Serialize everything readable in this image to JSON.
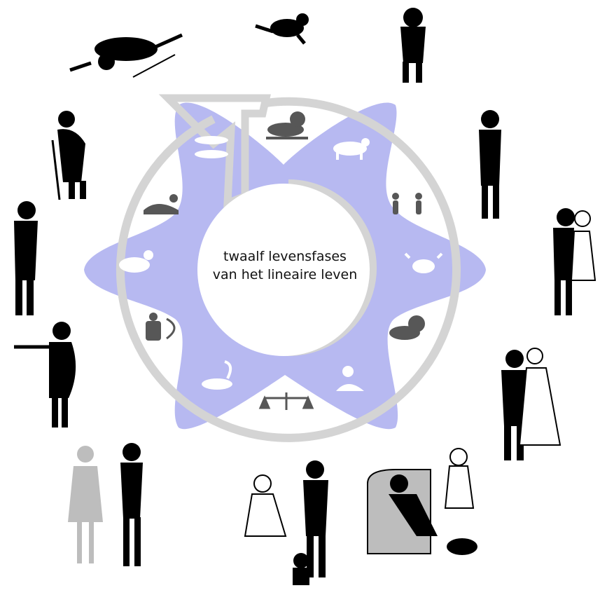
{
  "title": {
    "line1": "twaalf levensfases",
    "line2": "van het lineaire leven"
  },
  "colors": {
    "star": "#b7b9f1",
    "arrow": "#d4d4d4",
    "glyph": "#ffffff",
    "glyph_dark": "#575757",
    "figure": "#000000",
    "figure_gray": "#bdbdbd"
  },
  "zodiac": [
    "ram",
    "stier",
    "tweelingen",
    "kreeft",
    "leeuw",
    "maagd",
    "weegschaal",
    "schorpioen",
    "boogschutter",
    "steenbok",
    "waterman",
    "vissen"
  ],
  "life_stages": [
    "crawling-baby",
    "toddler",
    "youth",
    "couple",
    "wedding",
    "parents-with-children",
    "family-armchair",
    "quarrelling-couple",
    "pregnant-parent",
    "elder",
    "old-man-with-cane",
    "crawling-old-man"
  ]
}
